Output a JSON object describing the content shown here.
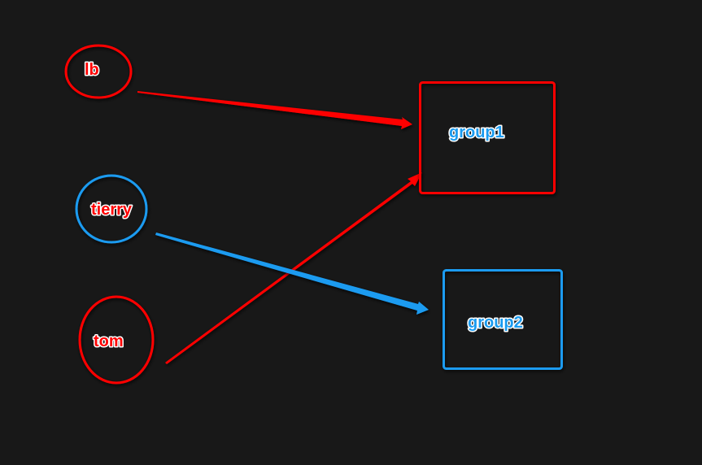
{
  "colors": {
    "background": "#181818",
    "red": "#ff0000",
    "blue": "#1a9bf0"
  },
  "nodes": {
    "lb": {
      "label": "lb",
      "shape": "ellipse",
      "color": "red"
    },
    "tierry": {
      "label": "tierry",
      "shape": "ellipse",
      "color": "blue"
    },
    "tom": {
      "label": "tom",
      "shape": "ellipse",
      "color": "red"
    },
    "group1": {
      "label": "group1",
      "shape": "rectangle",
      "color": "red"
    },
    "group2": {
      "label": "group2",
      "shape": "rectangle",
      "color": "blue"
    }
  },
  "edges": [
    {
      "from": "lb",
      "to": "group1",
      "color": "red"
    },
    {
      "from": "tom",
      "to": "group1",
      "color": "red"
    },
    {
      "from": "tierry",
      "to": "group2",
      "color": "blue"
    }
  ]
}
